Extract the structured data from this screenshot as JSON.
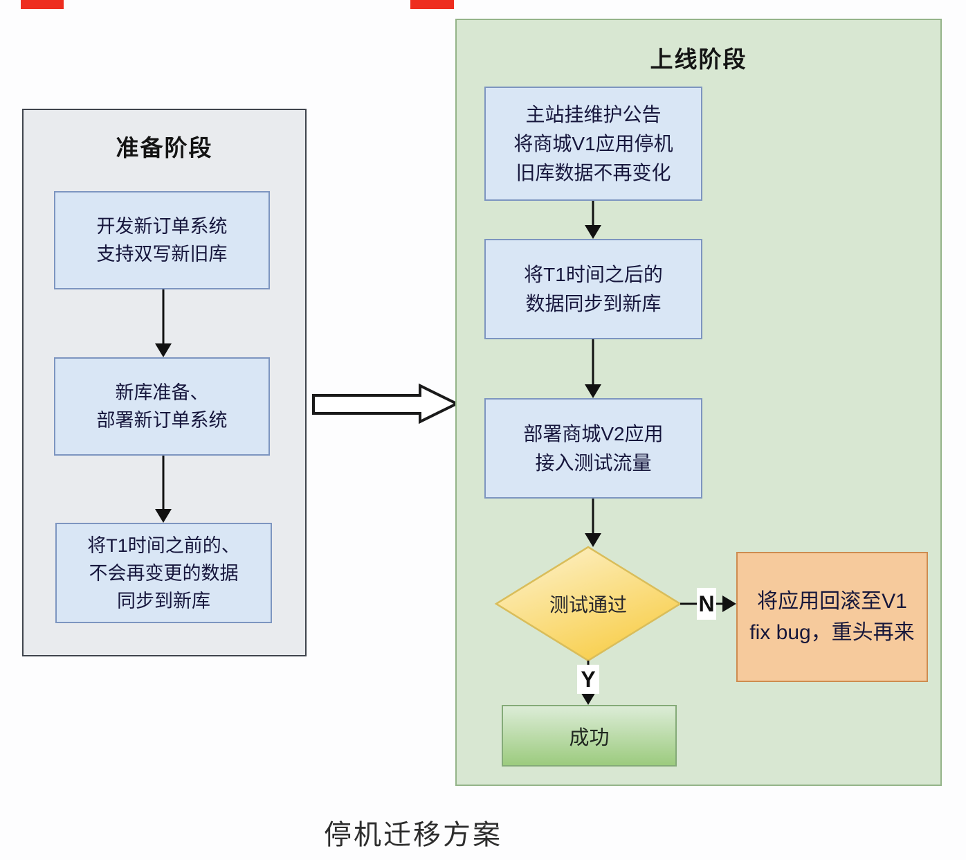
{
  "caption": "停机迁移方案",
  "prep": {
    "title": "准备阶段",
    "boxes": [
      {
        "lines": [
          "开发新订单系统",
          "支持双写新旧库"
        ]
      },
      {
        "lines": [
          "新库准备、",
          "部署新订单系统"
        ]
      },
      {
        "lines": [
          "将T1时间之前的、",
          "不会再变更的数据",
          "同步到新库"
        ]
      }
    ]
  },
  "launch": {
    "title": "上线阶段",
    "boxes": [
      {
        "lines": [
          "主站挂维护公告",
          "将商城V1应用停机",
          "旧库数据不再变化"
        ]
      },
      {
        "lines": [
          "将T1时间之后的",
          "数据同步到新库"
        ]
      },
      {
        "lines": [
          "部署商城V2应用",
          "接入测试流量"
        ]
      }
    ],
    "decision": {
      "label": "测试通过",
      "no_label": "N",
      "yes_label": "Y"
    },
    "failure": {
      "lines": [
        "将应用回滚至V1",
        "fix bug，重头再来"
      ]
    },
    "success": {
      "label": "成功"
    }
  },
  "colors": {
    "red_artifact": "#ee2d1f",
    "gray_panel_bg": "#e9ebee",
    "gray_panel_border": "#3f444c",
    "green_panel_bg": "#d8e7d2",
    "green_panel_border": "#94b489",
    "process_bg": "#d9e6f5",
    "process_border": "#7d95c0",
    "decision_fill_top": "#fdf3d0",
    "decision_fill_bottom": "#f8cf4e",
    "decision_border": "#d9bd5a",
    "failure_bg": "#f6ca9c",
    "failure_border": "#cd8c50",
    "success_bg_top": "#dcecd7",
    "success_bg_bottom": "#9ccb7e",
    "success_border": "#84aa78",
    "arrow": "#111111"
  }
}
